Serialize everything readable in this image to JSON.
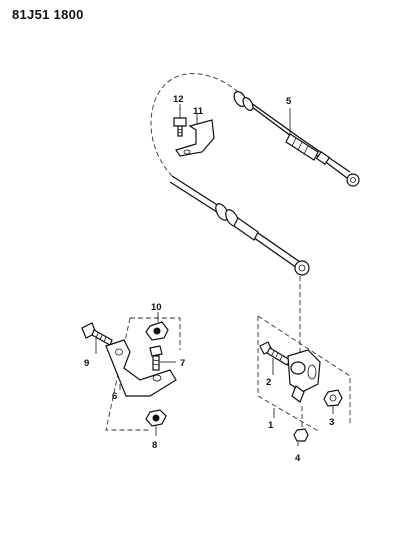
{
  "header": {
    "code": "81J51 1800"
  },
  "callouts": [
    {
      "id": "c1",
      "label": "1"
    },
    {
      "id": "c2",
      "label": "2"
    },
    {
      "id": "c3",
      "label": "3"
    },
    {
      "id": "c4",
      "label": "4"
    },
    {
      "id": "c5",
      "label": "5"
    },
    {
      "id": "c6",
      "label": "6"
    },
    {
      "id": "c7",
      "label": "7"
    },
    {
      "id": "c8",
      "label": "8"
    },
    {
      "id": "c9",
      "label": "9"
    },
    {
      "id": "c10",
      "label": "10"
    },
    {
      "id": "c11",
      "label": "11"
    },
    {
      "id": "c12",
      "label": "12"
    }
  ]
}
